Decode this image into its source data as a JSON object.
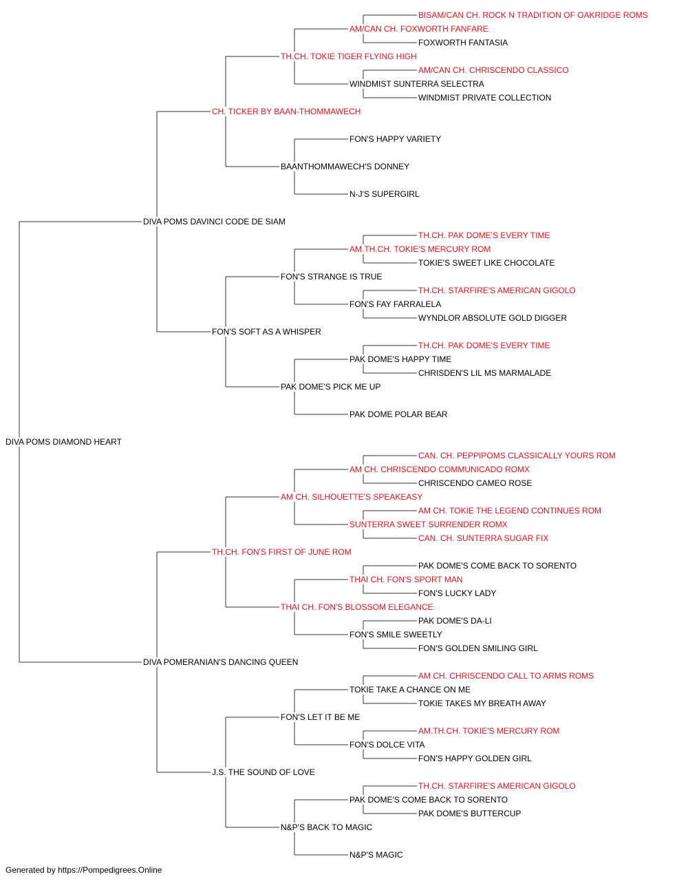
{
  "colors": {
    "champion": "#e8101a",
    "normal": "#000000",
    "line": "#333333"
  },
  "footer": "Generated by https://Pompedigrees.Online",
  "pedigree": {
    "name": "DIVA POMS DIAMOND HEART",
    "champion": false,
    "sire": {
      "name": "DIVA POMS DAVINCI CODE DE SIAM",
      "champion": false,
      "sire": {
        "name": "CH. TICKER BY BAAN-THOMMAWECH",
        "champion": true,
        "sire": {
          "name": "TH.CH. TOKIE TIGER FLYING HIGH",
          "champion": true,
          "sire": {
            "name": "AM/CAN CH. FOXWORTH FANFARE",
            "champion": true,
            "sire": {
              "name": "BISAM/CAN CH. ROCK N TRADITION OF OAKRIDGE ROMS",
              "champion": true
            },
            "dam": {
              "name": "FOXWORTH FANTASIA",
              "champion": false
            }
          },
          "dam": {
            "name": "WINDMIST SUNTERRA SELECTRA",
            "champion": false,
            "sire": {
              "name": "AM/CAN CH. CHRISCENDO CLASSICO",
              "champion": true
            },
            "dam": {
              "name": "WINDMIST PRIVATE COLLECTION",
              "champion": false
            }
          }
        },
        "dam": {
          "name": "BAANTHOMMAWECH'S DONNEY",
          "champion": false,
          "sire": {
            "name": "FON'S HAPPY VARIETY",
            "champion": false
          },
          "dam": {
            "name": "N-J'S SUPERGIRL",
            "champion": false
          }
        }
      },
      "dam": {
        "name": "FON'S SOFT AS A WHISPER",
        "champion": false,
        "sire": {
          "name": "FON'S STRANGE IS TRUE",
          "champion": false,
          "sire": {
            "name": "AM.TH.CH. TOKIE'S MERCURY ROM",
            "champion": true,
            "sire": {
              "name": "TH.CH. PAK DOME'S EVERY TIME",
              "champion": true
            },
            "dam": {
              "name": "TOKIE'S SWEET LIKE CHOCOLATE",
              "champion": false
            }
          },
          "dam": {
            "name": "FON'S FAY FARRALELA",
            "champion": false,
            "sire": {
              "name": "TH.CH. STARFIRE'S AMERICAN GIGOLO",
              "champion": true
            },
            "dam": {
              "name": "WYNDLOR ABSOLUTE GOLD DIGGER",
              "champion": false
            }
          }
        },
        "dam": {
          "name": "PAK DOME'S PICK ME UP",
          "champion": false,
          "sire": {
            "name": "PAK DOME'S HAPPY TIME",
            "champion": false,
            "sire": {
              "name": "TH.CH. PAK DOME'S EVERY TIME",
              "champion": true
            },
            "dam": {
              "name": "CHRISDEN'S LIL MS MARMALADE",
              "champion": false
            }
          },
          "dam": {
            "name": "PAK DOME POLAR BEAR",
            "champion": false
          }
        }
      }
    },
    "dam": {
      "name": "DIVA POMERANIAN'S DANCING QUEEN",
      "champion": false,
      "sire": {
        "name": "TH.CH. FON'S FIRST OF JUNE ROM",
        "champion": true,
        "sire": {
          "name": "AM CH. SILHOUETTE'S SPEAKEASY",
          "champion": true,
          "sire": {
            "name": "AM CH. CHRISCENDO COMMUNICADO ROMX",
            "champion": true,
            "sire": {
              "name": "CAN. CH. PEPPIPOMS CLASSICALLY YOURS ROM",
              "champion": true
            },
            "dam": {
              "name": "CHRISCENDO CAMEO ROSE",
              "champion": false
            }
          },
          "dam": {
            "name": "SUNTERRA SWEET SURRENDER ROMX",
            "champion": true,
            "sire": {
              "name": "AM CH. TOKIE THE LEGEND CONTINUES ROM",
              "champion": true
            },
            "dam": {
              "name": "CAN. CH. SUNTERRA SUGAR FIX",
              "champion": true
            }
          }
        },
        "dam": {
          "name": "THAI CH. FON'S BLOSSOM ELEGANCE",
          "champion": true,
          "sire": {
            "name": "THAI CH. FON'S SPORT MAN",
            "champion": true,
            "sire": {
              "name": "PAK DOME'S COME BACK TO SORENTO",
              "champion": false
            },
            "dam": {
              "name": "FON'S LUCKY LADY",
              "champion": false
            }
          },
          "dam": {
            "name": "FON'S SMILE SWEETLY",
            "champion": false,
            "sire": {
              "name": "PAK DOME'S DA-LI",
              "champion": false
            },
            "dam": {
              "name": "FON'S GOLDEN SMILING GIRL",
              "champion": false
            }
          }
        }
      },
      "dam": {
        "name": "J.S. THE SOUND OF LOVE",
        "champion": false,
        "sire": {
          "name": "FON'S LET IT BE ME",
          "champion": false,
          "sire": {
            "name": "TOKIE TAKE A CHANCE ON ME",
            "champion": false,
            "sire": {
              "name": "AM CH. CHRISCENDO CALL TO ARMS ROMS",
              "champion": true
            },
            "dam": {
              "name": "TOKIE TAKES MY BREATH AWAY",
              "champion": false
            }
          },
          "dam": {
            "name": "FON'S DOLCE VITA",
            "champion": false,
            "sire": {
              "name": "AM.TH.CH. TOKIE'S MERCURY ROM",
              "champion": true
            },
            "dam": {
              "name": "FON'S HAPPY GOLDEN GIRL",
              "champion": false
            }
          }
        },
        "dam": {
          "name": "N&P'S BACK TO MAGIC",
          "champion": false,
          "sire": {
            "name": "PAK DOME'S COME BACK TO SORENTO",
            "champion": false,
            "sire": {
              "name": "TH.CH. STARFIRE'S AMERICAN GIGOLO",
              "champion": true
            },
            "dam": {
              "name": "PAK DOME'S BUTTERCUP",
              "champion": false
            }
          },
          "dam": {
            "name": "N&P'S MAGIC",
            "champion": false
          }
        }
      }
    }
  }
}
